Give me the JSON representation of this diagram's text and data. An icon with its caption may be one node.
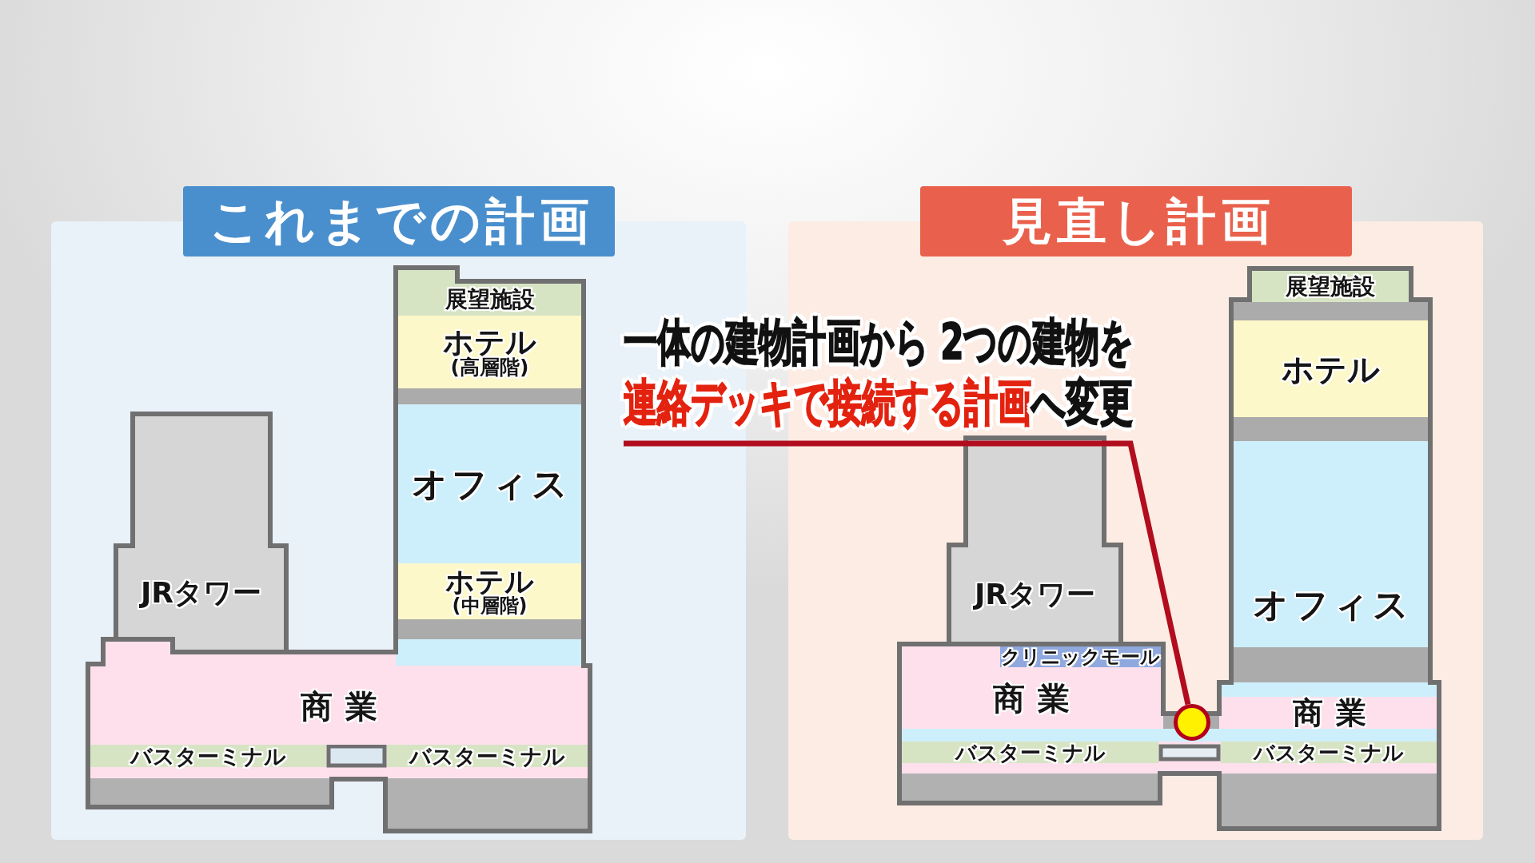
{
  "diagram": {
    "nodes": [
      {
        "text": [
          "これまでの計画"
        ]
      },
      {
        "text": [
          "展望施設"
        ],
        "in": 0
      },
      {
        "text": [
          "ホテル",
          "(高層階)"
        ],
        "in": 0
      },
      {
        "text": [
          "オフィス"
        ],
        "in": 0
      },
      {
        "text": [
          "ホテル",
          "(中層階)"
        ],
        "in": 0
      },
      {
        "text": [
          "JRタワー"
        ],
        "in": 0
      },
      {
        "text": [
          "商業"
        ],
        "in": 0
      },
      {
        "text": [
          "バスターミナル"
        ],
        "in": 0
      },
      {
        "text": [
          "バスターミナル"
        ],
        "in": 0
      },
      {
        "text": [
          "見直し計画"
        ]
      },
      {
        "text": [
          "展望施設"
        ],
        "in": 9
      },
      {
        "text": [
          "ホテル"
        ],
        "in": 9
      },
      {
        "text": [
          "JRタワー"
        ],
        "in": 9
      },
      {
        "text": [
          "オフィス"
        ],
        "in": 9
      },
      {
        "text": [
          "クリニックモール"
        ],
        "in": 9
      },
      {
        "text": [
          "商業"
        ],
        "in": 9
      },
      {
        "text": [
          "商業"
        ],
        "in": 9
      },
      {
        "text": [
          "バスターミナル"
        ],
        "in": 9
      },
      {
        "text": [
          "バスターミナル"
        ],
        "in": 9
      },
      {
        "text": [
          "一体の建物計画から 2つの建物を**連絡デッキで接続する計画**へ変更"
        ]
      },
      {
        "text": [],
        "shape": "circle",
        "in": 9
      }
    ],
    "edges": [
      {
        "from": 19,
        "to": 20,
        "arrow": "none"
      }
    ]
  }
}
